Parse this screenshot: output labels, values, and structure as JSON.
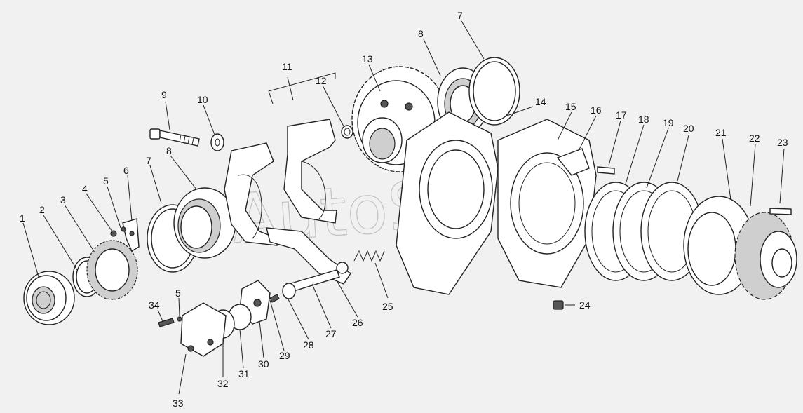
{
  "watermark": "AutoSoft",
  "callouts": {
    "c1": "1",
    "c2": "2",
    "c3": "3",
    "c4": "4",
    "c5a": "5",
    "c6": "6",
    "c7a": "7",
    "c8a": "8",
    "c9": "9",
    "c10": "10",
    "c11": "11",
    "c12": "12",
    "c13": "13",
    "c8b": "8",
    "c7b": "7",
    "c14": "14",
    "c15": "15",
    "c16": "16",
    "c17": "17",
    "c18": "18",
    "c19": "19",
    "c20": "20",
    "c21": "21",
    "c22": "22",
    "c23": "23",
    "c24": "24",
    "c25": "25",
    "c26": "26",
    "c27": "27",
    "c28": "28",
    "c29": "29",
    "c30": "30",
    "c31": "31",
    "c32": "32",
    "c33": "33",
    "c34": "34",
    "c5b": "5"
  }
}
